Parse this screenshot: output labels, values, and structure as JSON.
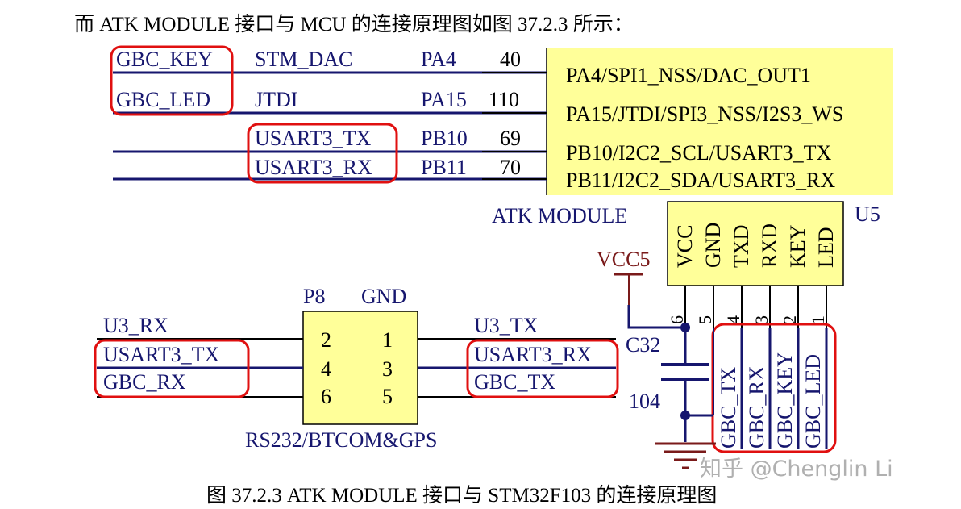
{
  "intro": "而 ATK MODULE 接口与 MCU 的连接原理图如图 37.2.3 所示：",
  "caption": "图 37.2.3 ATK MODULE 接口与 STM32F103 的连接原理图",
  "watermark": "知乎 @Chenglin Li",
  "colors": {
    "wire": "#16166e",
    "highlight": "#e01010",
    "chip_fill": "#ffff99",
    "ground": "#7a1a1a"
  },
  "mcu": {
    "rows": [
      {
        "net": "GBC_KEY",
        "func": "STM_DAC",
        "port": "PA4",
        "pin": "40",
        "label": "PA4/SPI1_NSS/DAC_OUT1"
      },
      {
        "net": "GBC_LED",
        "func": "JTDI",
        "port": "PA15",
        "pin": "110",
        "label": "PA15/JTDI/SPI3_NSS/I2S3_WS"
      },
      {
        "net": "",
        "func": "USART3_TX",
        "port": "PB10",
        "pin": "69",
        "label": "PB10/I2C2_SCL/USART3_TX"
      },
      {
        "net": "",
        "func": "USART3_RX",
        "port": "PB11",
        "pin": "70",
        "label": "PB11/I2C2_SDA/USART3_RX"
      }
    ]
  },
  "atk_module": {
    "title": "ATK MODULE",
    "ref": "U5",
    "pins": [
      "VCC",
      "GND",
      "TXD",
      "RXD",
      "KEY",
      "LED"
    ],
    "pin_numbers": [
      "6",
      "5",
      "4",
      "3",
      "2",
      "1"
    ],
    "nets": [
      "GBC_TX",
      "GBC_RX",
      "GBC_KEY",
      "GBC_LED"
    ]
  },
  "power": {
    "label": "VCC5",
    "cap_ref": "C32",
    "cap_value": "104"
  },
  "p8": {
    "ref": "P8",
    "gnd_label": "GND",
    "left_pins": [
      "2",
      "4",
      "6"
    ],
    "right_pins": [
      "1",
      "3",
      "5"
    ],
    "caption": "RS232/BTCOM&GPS",
    "left_top_label": "U3_RX",
    "left_nets": [
      "USART3_TX",
      "GBC_RX"
    ],
    "right_top_label": "U3_TX",
    "right_nets": [
      "USART3_RX",
      "GBC_TX"
    ]
  }
}
